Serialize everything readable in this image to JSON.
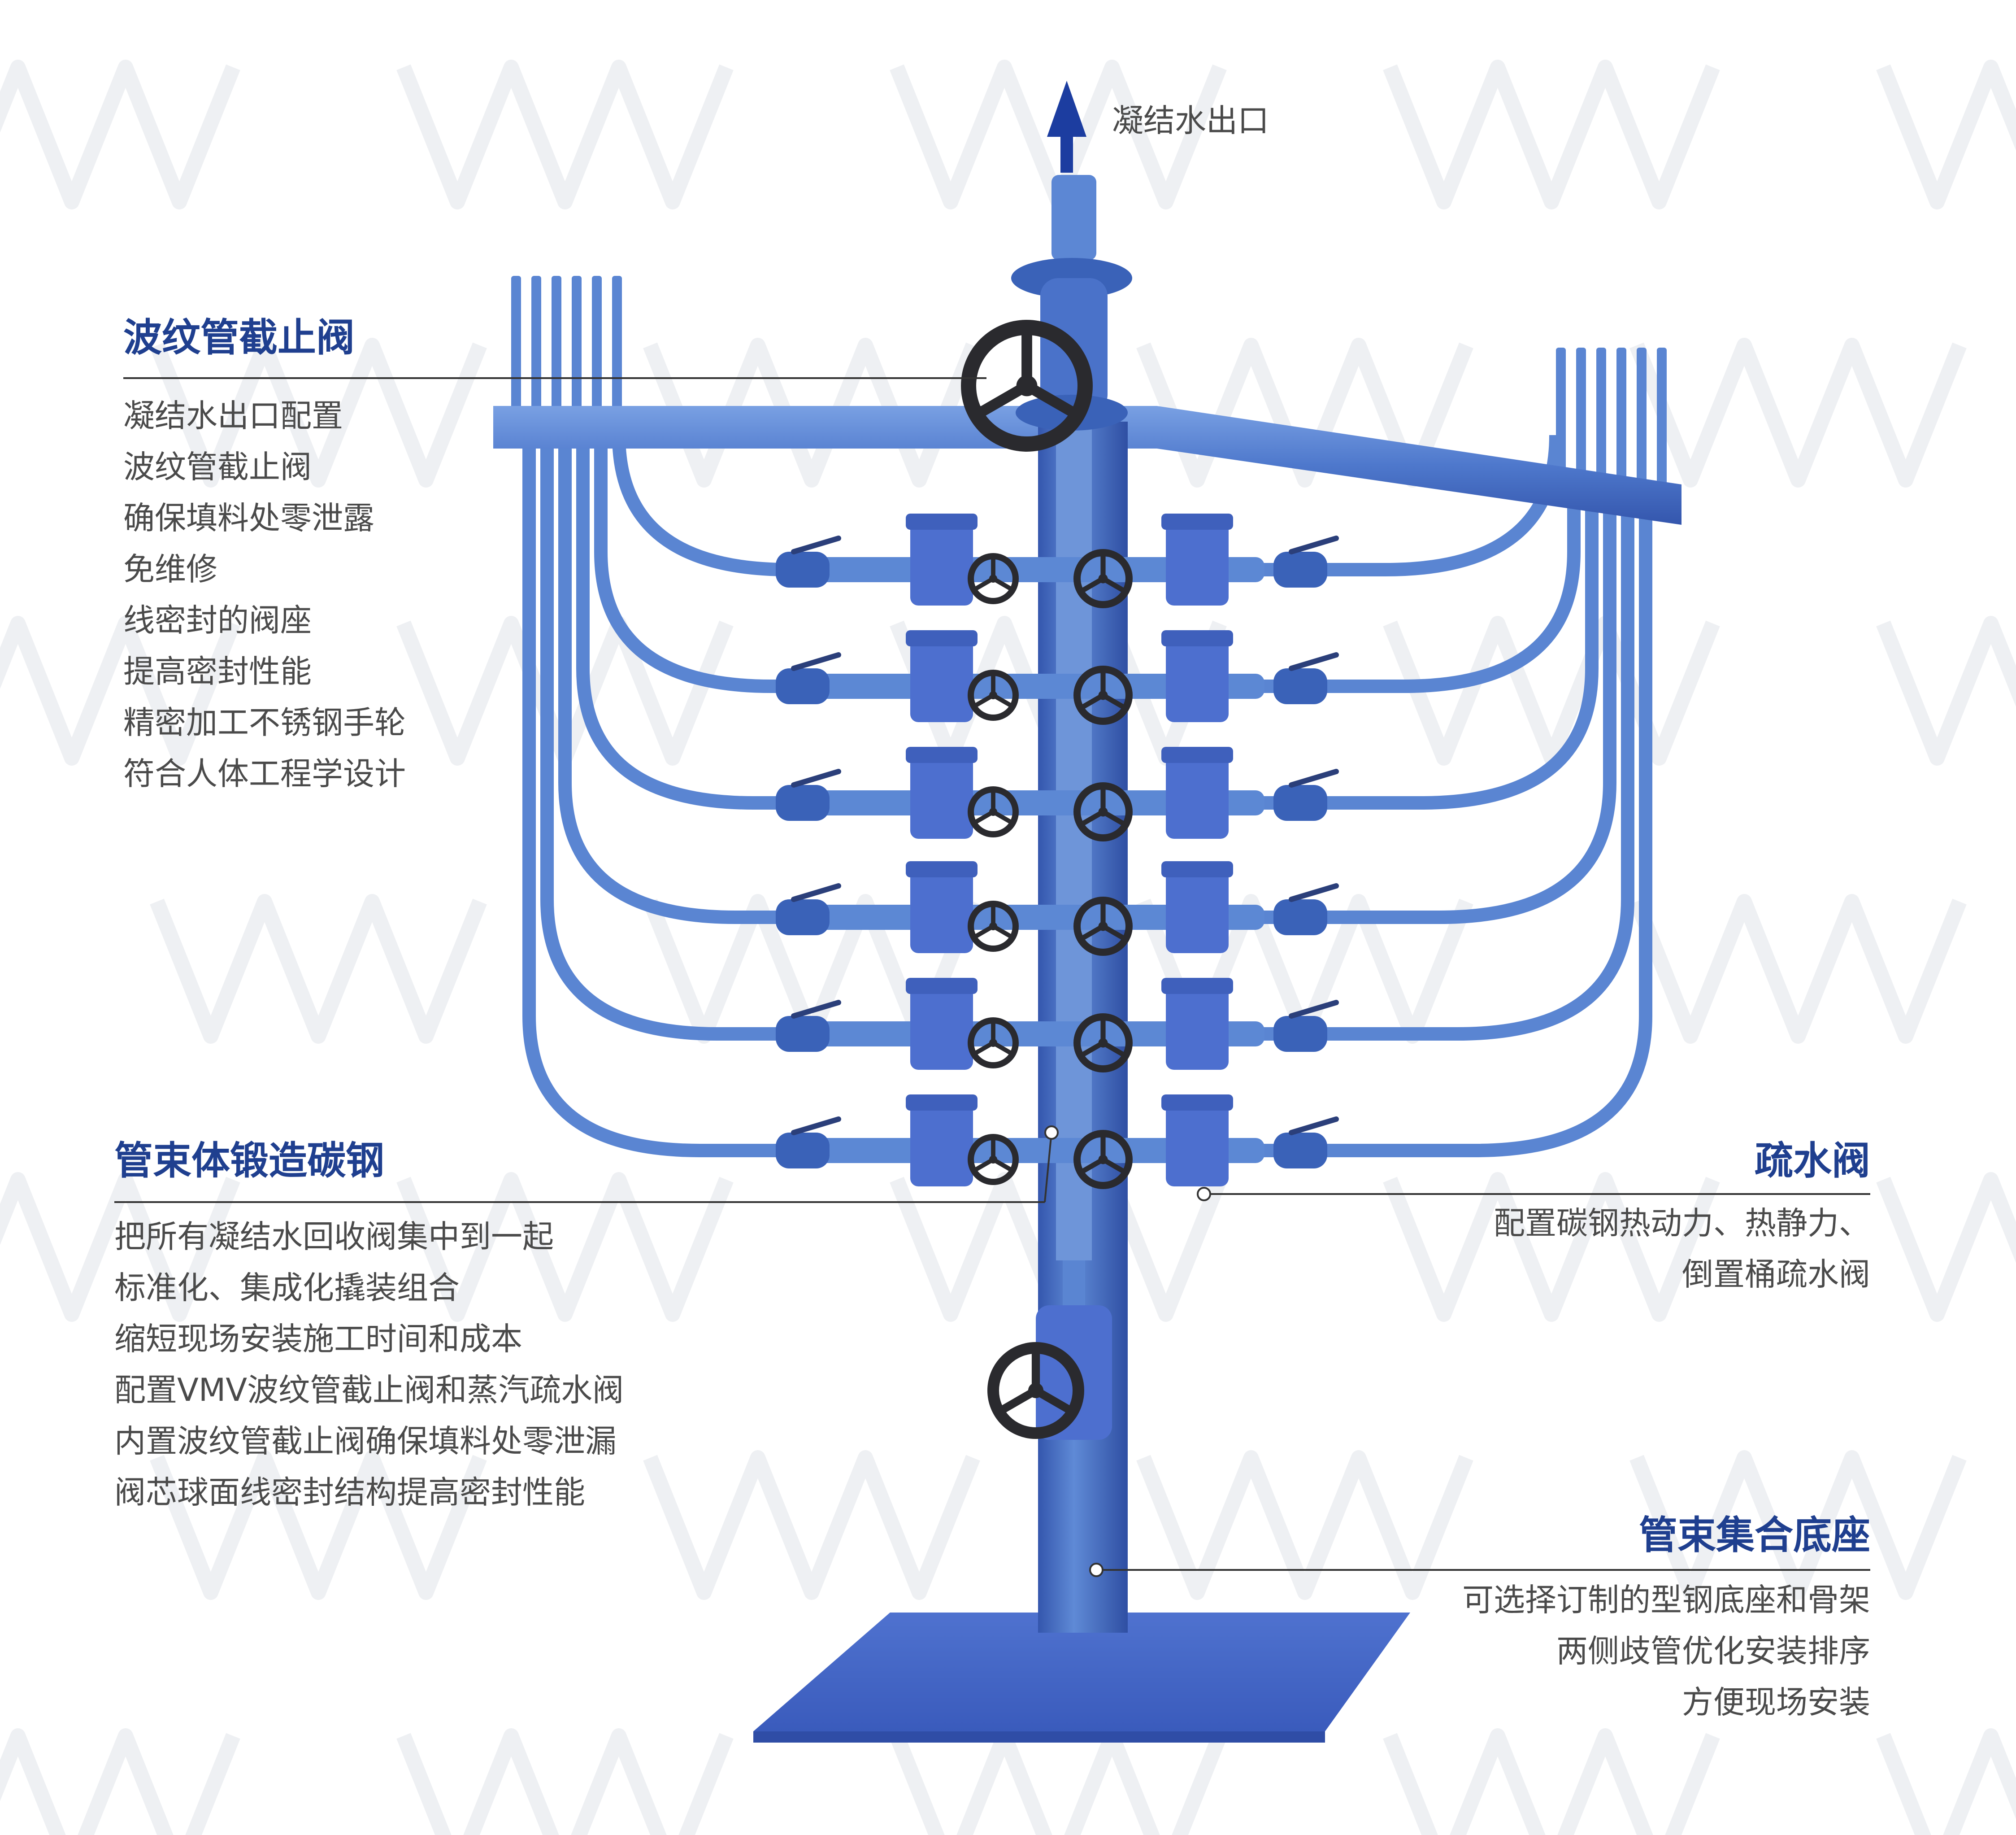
{
  "outlet": {
    "label": "凝结水出口"
  },
  "callouts": {
    "bellows_valve": {
      "title": "波纹管截止阀",
      "lines": [
        "凝结水出口配置",
        "波纹管截止阀",
        "确保填料处零泄露",
        "免维修",
        "线密封的阀座",
        "提高密封性能",
        "精密加工不锈钢手轮",
        "符合人体工程学设计"
      ]
    },
    "manifold_body": {
      "title": "管束体锻造碳钢",
      "lines": [
        "把所有凝结水回收阀集中到一起",
        "标准化、集成化撬装组合",
        "缩短现场安装施工时间和成本",
        "配置VMV波纹管截止阀和蒸汽疏水阀",
        "内置波纹管截止阀确保填料处零泄漏",
        "阀芯球面线密封结构提高密封性能"
      ]
    },
    "steam_trap": {
      "title": "疏水阀",
      "lines": [
        "配置碳钢热动力、热静力、",
        "倒置桶疏水阀"
      ]
    },
    "base": {
      "title": "管束集合底座",
      "lines": [
        "可选择订制的型钢底座和骨架",
        "两侧歧管优化安装排序",
        "方便现场安装"
      ]
    }
  },
  "colors": {
    "heading": "#1f3f8f",
    "body_text": "#4a4a4a",
    "pipe": "#5a85d2",
    "pipe_dark": "#3a62b8",
    "trap": "#4d6fcf",
    "handwheel": "#2a2a2e",
    "arrow": "#1c3da0",
    "leader": "#333333",
    "watermark": "#eef0f3"
  },
  "icons": {
    "outlet_arrow": "arrow-up-icon",
    "handwheel": "handwheel-icon",
    "trap": "steam-trap-icon"
  }
}
